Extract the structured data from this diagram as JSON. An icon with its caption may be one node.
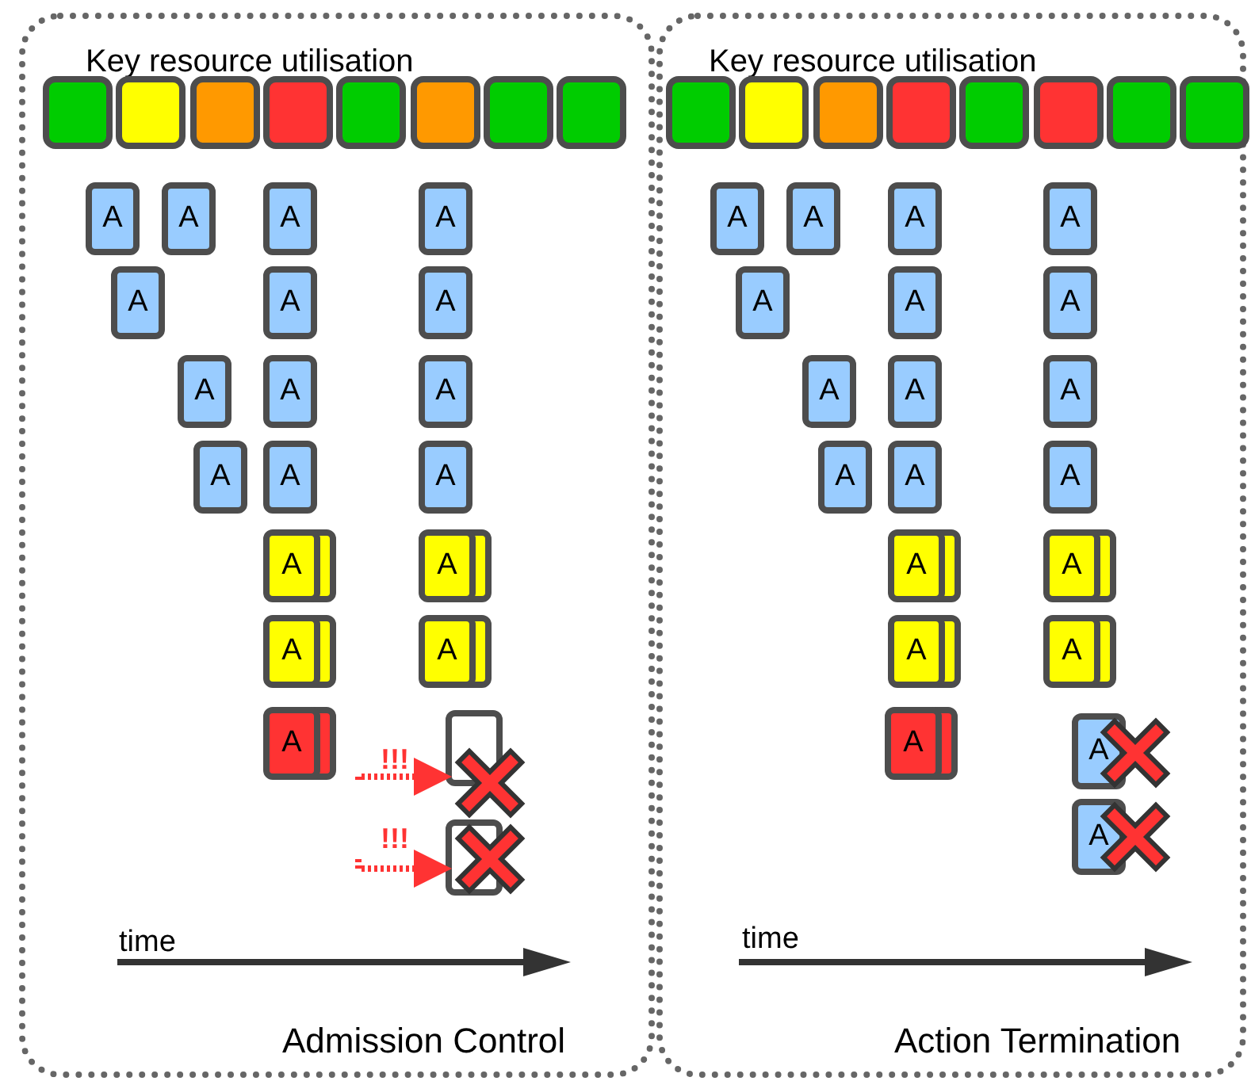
{
  "diagram": {
    "nodes": [
      {
        "text": [
          "Key resource utilisation",
          "Admission Control"
        ]
      },
      {
        "text": [],
        "shape": "box",
        "in": 0
      },
      {
        "text": [],
        "shape": "box",
        "in": 0
      },
      {
        "text": [],
        "shape": "box",
        "in": 0
      },
      {
        "text": [],
        "shape": "box",
        "in": 0
      },
      {
        "text": [],
        "shape": "box",
        "in": 0
      },
      {
        "text": [],
        "shape": "box",
        "in": 0
      },
      {
        "text": [],
        "shape": "box",
        "in": 0
      },
      {
        "text": [],
        "shape": "box",
        "in": 0
      },
      {
        "text": [
          "A"
        ],
        "in": 0
      },
      {
        "text": [
          "A"
        ],
        "in": 0
      },
      {
        "text": [
          "A"
        ],
        "in": 0
      },
      {
        "text": [
          "A"
        ],
        "in": 0
      },
      {
        "text": [
          "A"
        ],
        "in": 0
      },
      {
        "text": [
          "A"
        ],
        "in": 0
      },
      {
        "text": [
          "A"
        ],
        "in": 0
      },
      {
        "text": [
          "A"
        ],
        "in": 0
      },
      {
        "text": [
          "A"
        ],
        "in": 0
      },
      {
        "text": [
          "A"
        ],
        "in": 0
      },
      {
        "text": [
          "A"
        ],
        "in": 0
      },
      {
        "text": [
          "A"
        ],
        "in": 0
      },
      {
        "text": [
          "A"
        ],
        "in": 0
      },
      {
        "text": [
          "A"
        ],
        "in": 0
      },
      {
        "text": [
          "A"
        ],
        "in": 0
      },
      {
        "text": [
          "A"
        ],
        "in": 0
      },
      {
        "text": [
          "A"
        ],
        "in": 0
      },
      {
        "text": [
          "A"
        ],
        "in": 0
      },
      {
        "text": [
          "!!!"
        ],
        "in": 0
      },
      {
        "text": [],
        "shape": "box",
        "in": 0
      },
      {
        "text": [
          "!!!"
        ],
        "in": 0
      },
      {
        "text": [],
        "shape": "box",
        "in": 0
      },
      {
        "text": [
          "Key resource utilisation",
          "Action Termination"
        ]
      },
      {
        "text": [],
        "shape": "box",
        "in": 31
      },
      {
        "text": [],
        "shape": "box",
        "in": 31
      },
      {
        "text": [],
        "shape": "box",
        "in": 31
      },
      {
        "text": [],
        "shape": "box",
        "in": 31
      },
      {
        "text": [],
        "shape": "box",
        "in": 31
      },
      {
        "text": [],
        "shape": "box",
        "in": 31
      },
      {
        "text": [],
        "shape": "box",
        "in": 31
      },
      {
        "text": [],
        "shape": "box",
        "in": 31
      },
      {
        "text": [
          "A"
        ],
        "in": 31
      },
      {
        "text": [
          "A"
        ],
        "in": 31
      },
      {
        "text": [
          "A"
        ],
        "in": 31
      },
      {
        "text": [
          "A"
        ],
        "in": 31
      },
      {
        "text": [
          "A"
        ],
        "in": 31
      },
      {
        "text": [
          "A"
        ],
        "in": 31
      },
      {
        "text": [
          "A"
        ],
        "in": 31
      },
      {
        "text": [
          "A"
        ],
        "in": 31
      },
      {
        "text": [
          "A"
        ],
        "in": 31
      },
      {
        "text": [
          "A"
        ],
        "in": 31
      },
      {
        "text": [
          "A"
        ],
        "in": 31
      },
      {
        "text": [
          "A"
        ],
        "in": 31
      },
      {
        "text": [
          "A"
        ],
        "in": 31
      },
      {
        "text": [
          "A"
        ],
        "in": 31
      },
      {
        "text": [
          "A"
        ],
        "in": 31
      },
      {
        "text": [
          "A"
        ],
        "in": 31
      },
      {
        "text": [
          "A"
        ],
        "in": 31
      },
      {
        "text": [
          "A"
        ],
        "in": 31
      },
      {
        "text": [
          "A"
        ],
        "in": 31
      },
      {
        "text": [
          "A"
        ],
        "in": 31
      }
    ],
    "edges": [
      {
        "from": 27,
        "to": 28,
        "arrow": "to",
        "style": "dashed",
        "color": "#ff3333"
      },
      {
        "from": 29,
        "to": 30,
        "arrow": "to",
        "style": "dashed",
        "color": "#ff3333"
      }
    ],
    "labels": [
      "time",
      "time"
    ]
  }
}
